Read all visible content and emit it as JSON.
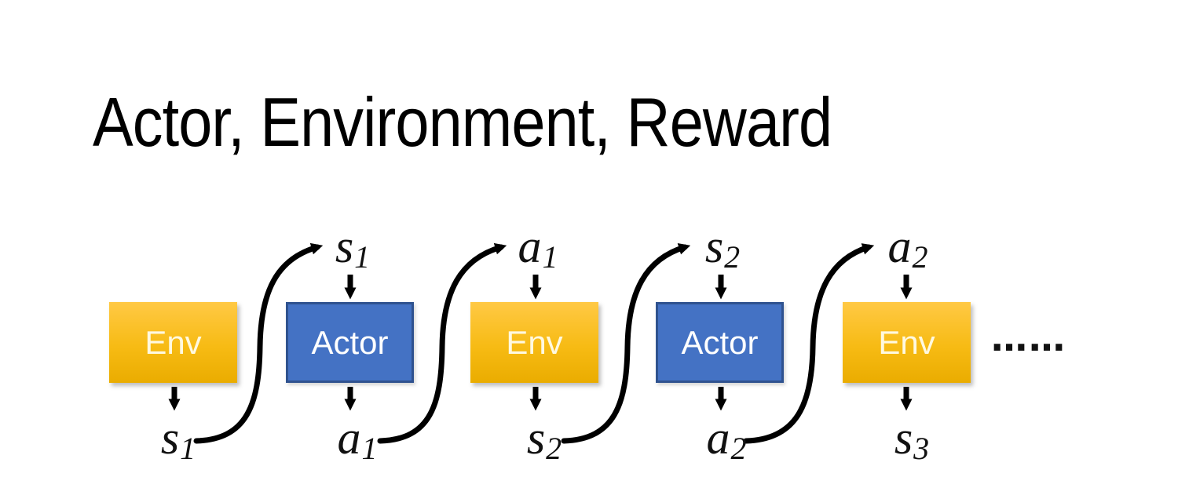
{
  "title": "Actor, Environment, Reward",
  "colors": {
    "background": "#FFFFFF",
    "title_text": "#000000",
    "env_gradient_top": "#FFC945",
    "env_gradient_bottom": "#EAAC00",
    "env_text": "#FFF9E0",
    "actor_fill": "#4472C4",
    "actor_border": "#2F528F",
    "actor_text": "#FFFFFF",
    "arrow": "#000000",
    "label_text": "#111111"
  },
  "diagram": {
    "boxes": [
      {
        "id": "env-1",
        "label": "Env"
      },
      {
        "id": "actor-1",
        "label": "Actor"
      },
      {
        "id": "env-2",
        "label": "Env"
      },
      {
        "id": "actor-2",
        "label": "Actor"
      },
      {
        "id": "env-3",
        "label": "Env"
      }
    ],
    "top_labels": [
      {
        "base": "s",
        "sub": "1"
      },
      {
        "base": "a",
        "sub": "1"
      },
      {
        "base": "s",
        "sub": "2"
      },
      {
        "base": "a",
        "sub": "2"
      }
    ],
    "bottom_labels": [
      {
        "base": "s",
        "sub": "1"
      },
      {
        "base": "a",
        "sub": "1"
      },
      {
        "base": "s",
        "sub": "2"
      },
      {
        "base": "a",
        "sub": "2"
      },
      {
        "base": "s",
        "sub": "3"
      }
    ],
    "ellipsis": "……"
  }
}
